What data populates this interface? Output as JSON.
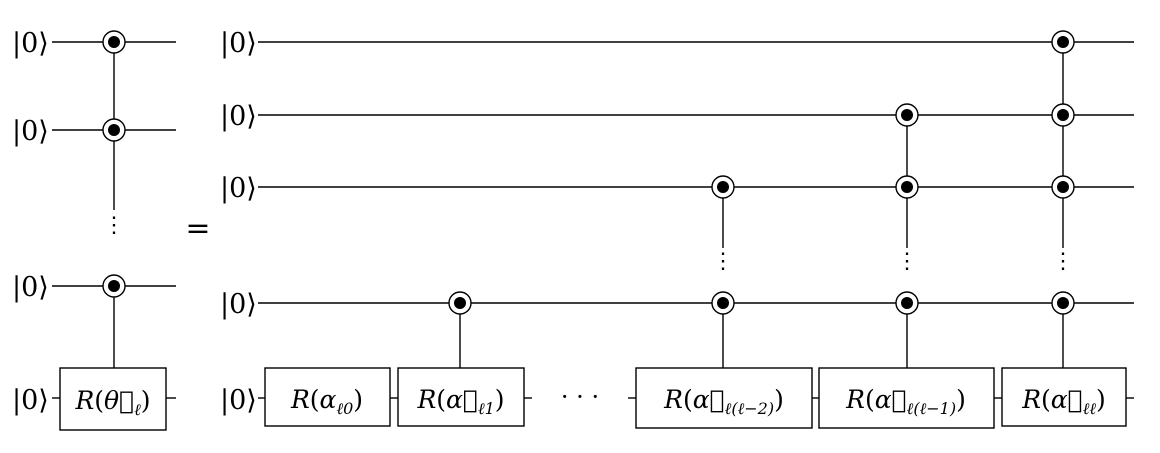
{
  "ket_label": "|0⟩",
  "equals": "=",
  "hdots": "· · ·",
  "vdots": "⋮",
  "lhs_gate": {
    "func": "R",
    "open": "(",
    "arg": "θ⃗",
    "sub": "ℓ",
    "close": ")"
  },
  "rhs_gates": [
    {
      "func": "R",
      "open": "(",
      "arg": "α",
      "sub": "ℓ0",
      "close": ")"
    },
    {
      "func": "R",
      "open": "(",
      "arg": "α⃗",
      "sub": "ℓ1",
      "close": ")"
    },
    {
      "func": "R",
      "open": "(",
      "arg": "α⃗",
      "sub": "ℓ(ℓ−2)",
      "close": ")"
    },
    {
      "func": "R",
      "open": "(",
      "arg": "α⃗",
      "sub": "ℓ(ℓ−1)",
      "close": ")"
    },
    {
      "func": "R",
      "open": "(",
      "arg": "α⃗",
      "sub": "ℓℓ",
      "close": ")"
    }
  ]
}
